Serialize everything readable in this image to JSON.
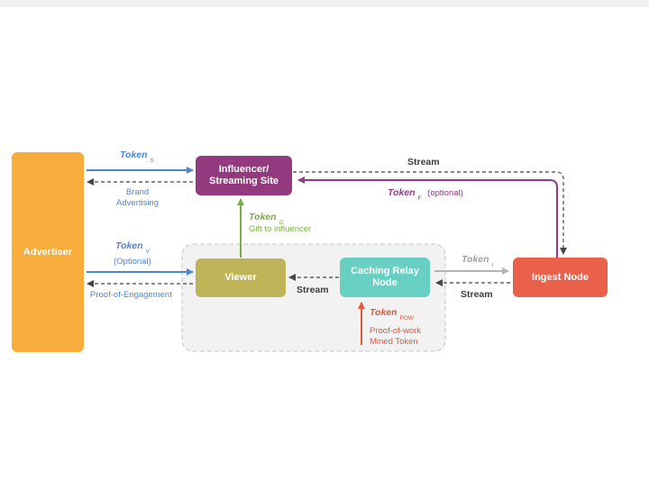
{
  "nodes": {
    "advertiser": "Advertiser",
    "influencer": "Influencer/\nStreaming Site",
    "viewer": "Viewer",
    "caching_relay": "Caching Relay\nNode",
    "ingest": "Ingest Node"
  },
  "labels": {
    "token_s": "Token",
    "token_s_sub": "S",
    "brand_advertising": "Brand\nAdvertising",
    "token_v": "Token",
    "token_v_sub": "V",
    "optional_v": "(Optional)",
    "proof_of_engagement": "Proof-of-Engagement",
    "token_g": "Token",
    "token_g_sub": "G",
    "gift_to_influencer": "Gift to influencer",
    "stream_top": "Stream",
    "token_f": "Token",
    "token_f_sub": "F",
    "optional_f": "(optional)",
    "stream_viewer": "Stream",
    "token_i": "Token",
    "token_i_sub": "I",
    "stream_ingest": "Stream",
    "token_pow": "Token",
    "token_pow_sub": "POW",
    "proof_of_work": "Proof-of-work\nMined Token"
  },
  "colors": {
    "advertiser": "#f8ac3c",
    "influencer": "#93397f",
    "viewer": "#c0b458",
    "caching_relay": "#68d0c2",
    "ingest": "#e9614a",
    "blue_arrow": "#4a86d6",
    "green_arrow": "#79ad3e",
    "purple_arrow": "#923a86",
    "orange_arrow": "#e0583e",
    "gray_arrow": "#b3b3b3",
    "dashed_arrow": "#444444"
  }
}
